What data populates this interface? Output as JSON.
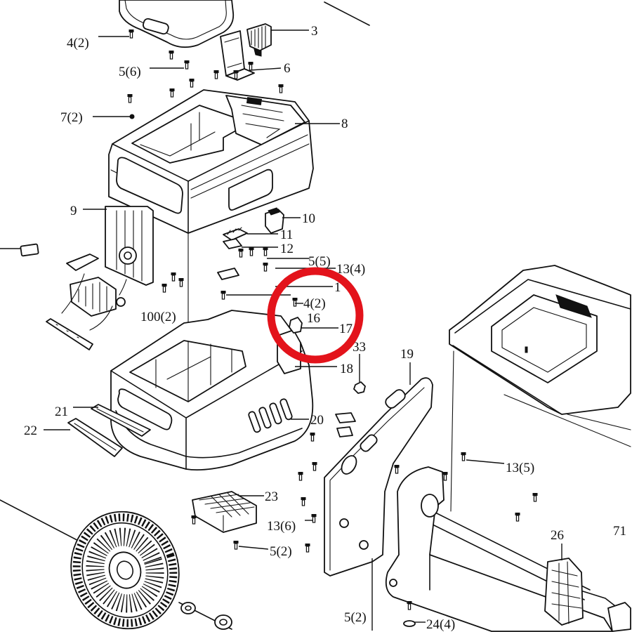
{
  "callouts": [
    "3",
    "4(2)",
    "5(6)",
    "6",
    "7(2)",
    "8",
    "9",
    "10",
    "11",
    "12",
    "5(5)",
    "13(4)",
    "1",
    "4(2)",
    "16",
    "17",
    "100(2)",
    "33",
    "19",
    "18",
    "21",
    "22",
    "20",
    "13(5)",
    "23",
    "13(6)",
    "26",
    "71",
    "5(2)",
    "5(2)",
    "24(4)"
  ],
  "colors": {
    "highlight": "#e3131b",
    "linework": "#111111"
  }
}
